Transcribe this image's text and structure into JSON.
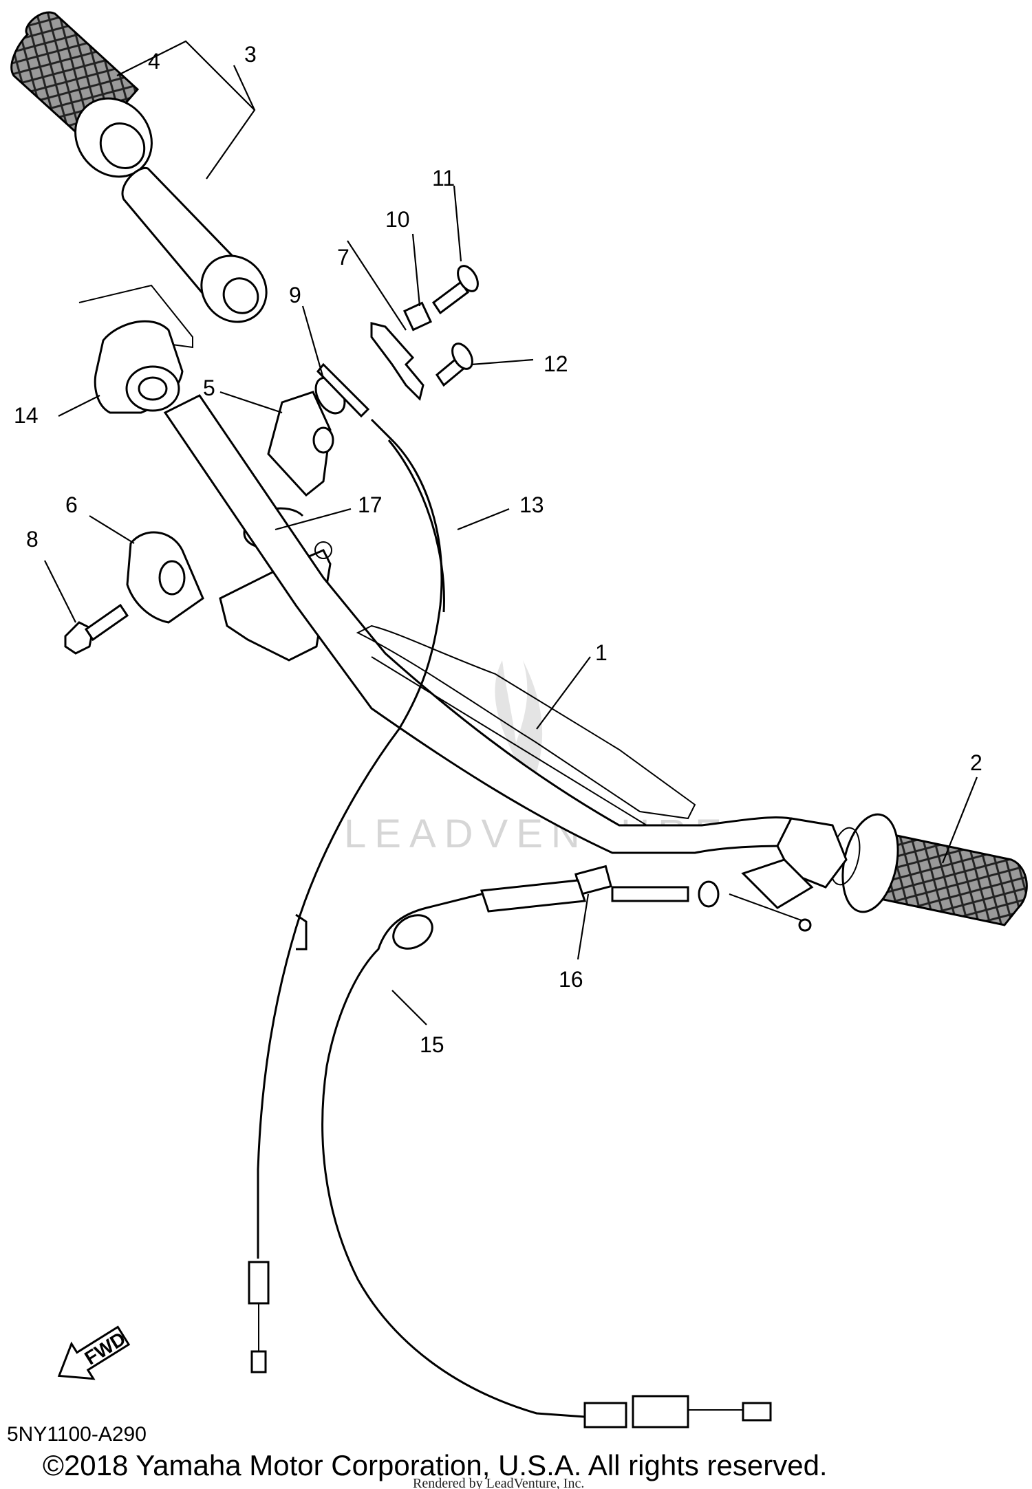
{
  "diagram": {
    "diagram_code": "5NY1100-A290",
    "copyright": "©2018 Yamaha Motor Corporation, U.S.A. All rights reserved.",
    "rendered_by": "Rendered by LeadVenture, Inc.",
    "watermark": "LEADVENTURE",
    "fwd_label": "FWD",
    "callouts": [
      "1",
      "2",
      "3",
      "4",
      "5",
      "6",
      "7",
      "8",
      "9",
      "10",
      "11",
      "12",
      "13",
      "14",
      "15",
      "16",
      "17"
    ]
  }
}
